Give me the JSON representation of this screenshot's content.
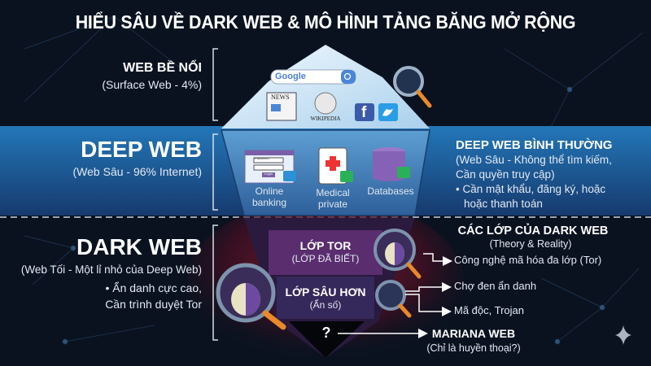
{
  "title": "HIỂU SÂU VỀ DARK WEB & MÔ HÌNH TẢNG BĂNG MỞ RỘNG",
  "colors": {
    "background": "#0a1220",
    "deep_band": "#1f6aa8",
    "dark_glow": "#7a1a2e",
    "tor_layer": "#5a2d6e",
    "deeper_layer": "#35285a",
    "ice": "#cfe6f5",
    "magnifier_handle": "#e8892a"
  },
  "surface": {
    "heading": "WEB BỀ NỔI",
    "subtitle": "(Surface Web - 4%)",
    "icons": {
      "search": "Google",
      "news": "NEWS",
      "wikipedia": "WIKIPEDIA",
      "facebook": "f"
    }
  },
  "deep": {
    "heading": "DEEP WEB",
    "subtitle": "(Web Sâu - 96% Internet)",
    "items": [
      {
        "label": "Online banking",
        "icon": "login-window-lock-icon",
        "field1": "Password",
        "button": "Login"
      },
      {
        "label": "Medical private",
        "icon": "medical-clipboard-lock-icon"
      },
      {
        "label": "Databases",
        "icon": "database-lock-icon"
      }
    ],
    "side_heading": "DEEP WEB BÌNH THƯỜNG",
    "side_lines": [
      "(Web Sâu - Không thể tìm kiếm,",
      "Cần quyền truy cập)",
      "• Cần mật khẩu, đăng ký, hoặc",
      "hoặc thanh toán"
    ]
  },
  "dark": {
    "heading": "DARK WEB",
    "lines": [
      "(Web Tối - Một lỉ nhỏ của Deep Web)",
      "• Ẩn danh cực cao,",
      "Cần trình duyệt Tor"
    ],
    "layers": [
      {
        "title": "LỚP TOR",
        "subtitle": "(LỚP ĐÃ BIẾT)"
      },
      {
        "title": "LỚP SÂU HƠN",
        "subtitle": "(Ẩn số)"
      },
      {
        "title": "?"
      }
    ],
    "side_heading": "CÁC LỚP CỦA DARK WEB",
    "side_subtitle": "(Theory & Reality)",
    "annotations": [
      "Công nghệ mã hóa đa lớp (Tor)",
      "Chợ đen ẩn danh",
      "Mã độc, Trojan"
    ],
    "mariana": {
      "title": "MARIANA WEB",
      "subtitle": "(Chỉ là huyền thoại?)"
    }
  }
}
